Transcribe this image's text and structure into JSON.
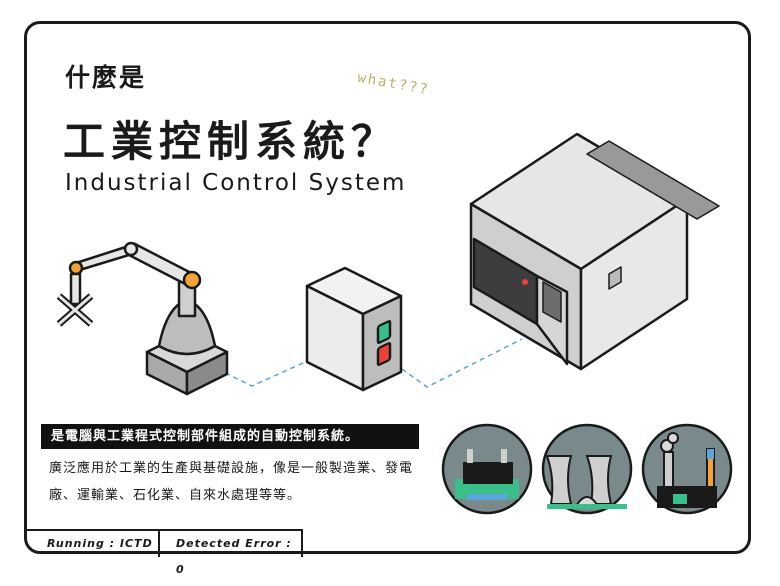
{
  "title": {
    "line1": "什麼是",
    "line2": "工業控制系統？",
    "english": "Industrial Control System",
    "annotation": "what???"
  },
  "banner": "是電腦與工業程式控制部件組成的自動控制系統。",
  "description": "廣泛應用於工業的生產與基礎設施，像是一般製造業、發電廠、運輸業、石化業、自來水處理等等。",
  "status": {
    "running": "Running : ICTD",
    "error": "Detected Error : 0"
  },
  "colors": {
    "accent_orange": "#f2a23a",
    "indicator_green": "#3bbf8a",
    "indicator_red": "#e8433b",
    "connector_blue": "#5aa6d8",
    "annotation_olive": "#b7b267",
    "icon_bg": "#7a8a8c"
  },
  "icons": [
    "robot-arm-icon",
    "control-box-icon",
    "industrial-machine-icon",
    "water-plant-icon",
    "power-plant-icon",
    "factory-icon"
  ]
}
